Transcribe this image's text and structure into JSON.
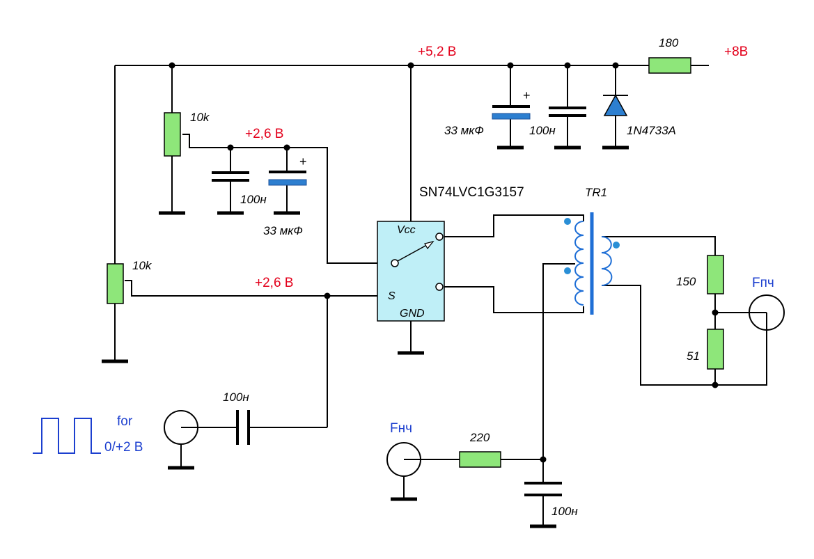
{
  "rails": {
    "v52": "+5,2 В",
    "v8": "+8В",
    "v26_top": "+2,6 В",
    "v26_mid": "+2,6 В"
  },
  "components": {
    "r_supply": "180",
    "c_supply_elec": "33 мкФ",
    "c_supply": "100н",
    "zener": "1N4733A",
    "pot_top": "10k",
    "c_bias": "100н",
    "c_bias_elec": "33 мкФ",
    "pot_left": "10k",
    "ic": "SN74LVC1G3157",
    "transformer": "TR1",
    "r150": "150",
    "r51": "51",
    "c_in": "100н",
    "r220": "220",
    "c_lf": "100н"
  },
  "ic_pins": {
    "vcc": "Vcc",
    "s": "S",
    "gnd": "GND"
  },
  "ports": {
    "f_pch": "Fпч",
    "f_nch": "Fнч",
    "clock_line1": "for",
    "clock_line2": "0/+2 В"
  },
  "colors": {
    "label_red": "#e3001b",
    "label_blue": "#1c3fcf",
    "resistor_fill": "#8ee67a",
    "ic_fill": "#bfeff7",
    "elec_cap_fill": "#2d7fd0",
    "zener_fill": "#2d7fd0",
    "transformer_core": "#1f6fd6",
    "transformer_dots": "#2a8fd6"
  }
}
